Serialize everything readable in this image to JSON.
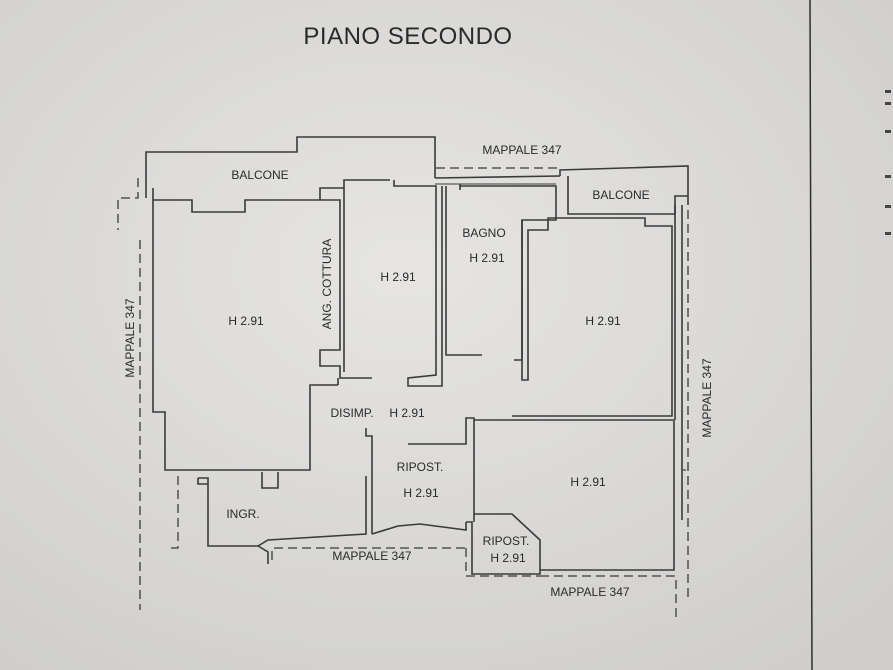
{
  "title": "PIANO SECONDO",
  "labels": {
    "mappale_top": "MAPPALE 347",
    "mappale_left": "MAPPALE 347",
    "mappale_right": "MAPPALE 347",
    "mappale_bottom_mid": "MAPPALE 347",
    "mappale_bottom_right": "MAPPALE 347"
  },
  "rooms": {
    "balcone_left": "BALCONE",
    "balcone_right": "BALCONE",
    "living_height": "H 2.91",
    "ang_cottura": "ANG. COTTURA",
    "kitchen_height": "H 2.91",
    "bagno": "BAGNO",
    "bagno_height": "H 2.91",
    "bedroom1_height": "H 2.91",
    "disimp": "DISIMP.",
    "disimp_height": "H 2.91",
    "ripost1": "RIPOST.",
    "ripost1_height": "H 2.91",
    "bedroom2_height": "H 2.91",
    "ingr": "INGR.",
    "ripost2": "RIPOST.",
    "ripost2_height": "H 2.91"
  }
}
